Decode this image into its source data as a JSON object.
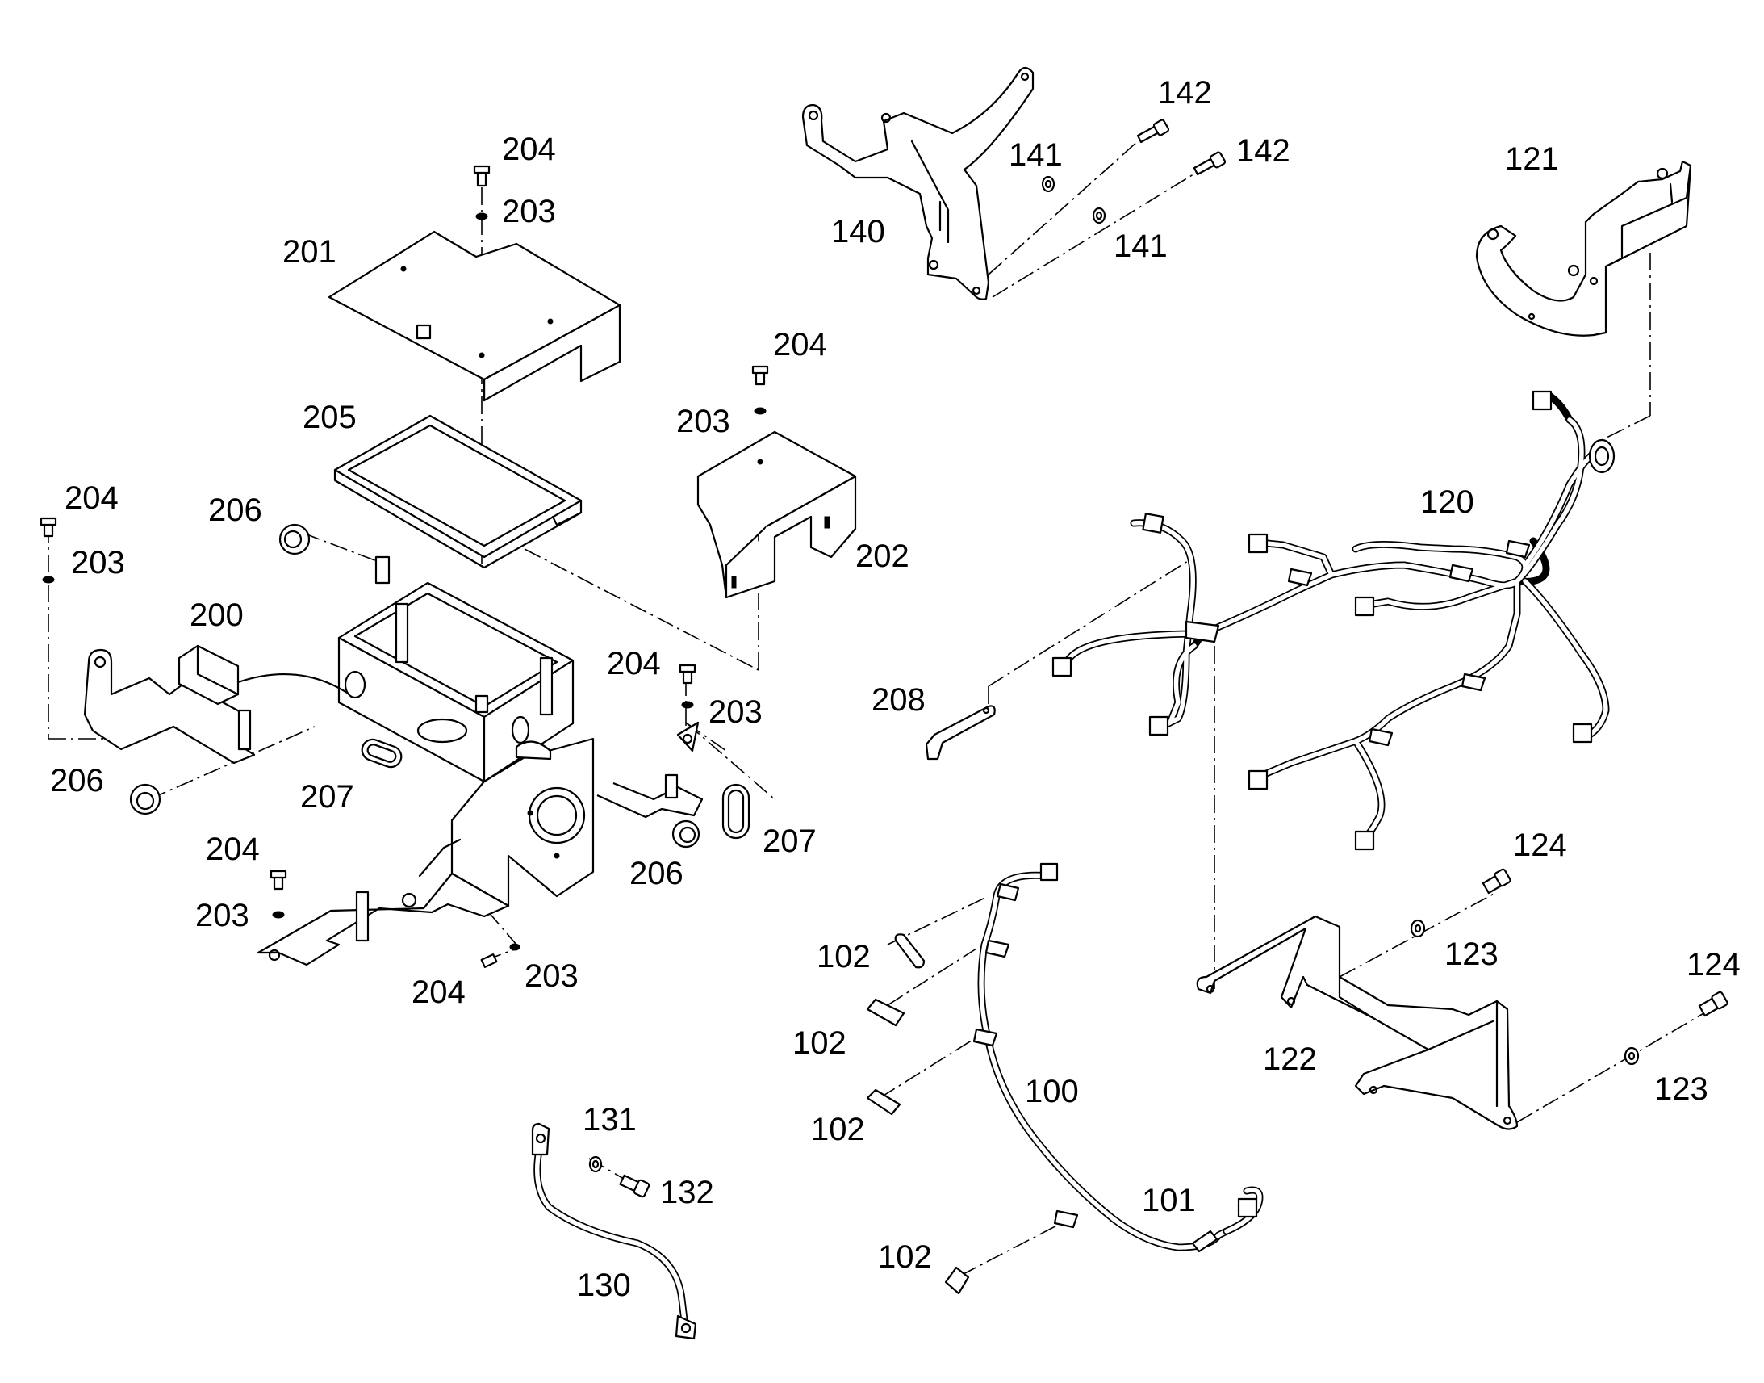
{
  "labels": {
    "l204a": "204",
    "l203a": "203",
    "l201": "201",
    "l205": "205",
    "l204b": "204",
    "l203b": "203",
    "l206a": "206",
    "l200": "200",
    "l206b": "206",
    "l207a": "207",
    "l204c": "204",
    "l203c": "203",
    "l204d": "204",
    "l203d": "203",
    "l206c": "206",
    "l207b": "207",
    "l204e": "204",
    "l203e": "203",
    "l204f": "204",
    "l203f": "203",
    "l202": "202",
    "l140": "140",
    "l141a": "141",
    "l141b": "141",
    "l142a": "142",
    "l142b": "142",
    "l121": "121",
    "l120": "120",
    "l208": "208",
    "l124a": "124",
    "l123a": "123",
    "l124b": "124",
    "l123b": "123",
    "l122": "122",
    "l102a": "102",
    "l102b": "102",
    "l102c": "102",
    "l102d": "102",
    "l100": "100",
    "l101": "101",
    "l131": "131",
    "l132": "132",
    "l130": "130"
  }
}
